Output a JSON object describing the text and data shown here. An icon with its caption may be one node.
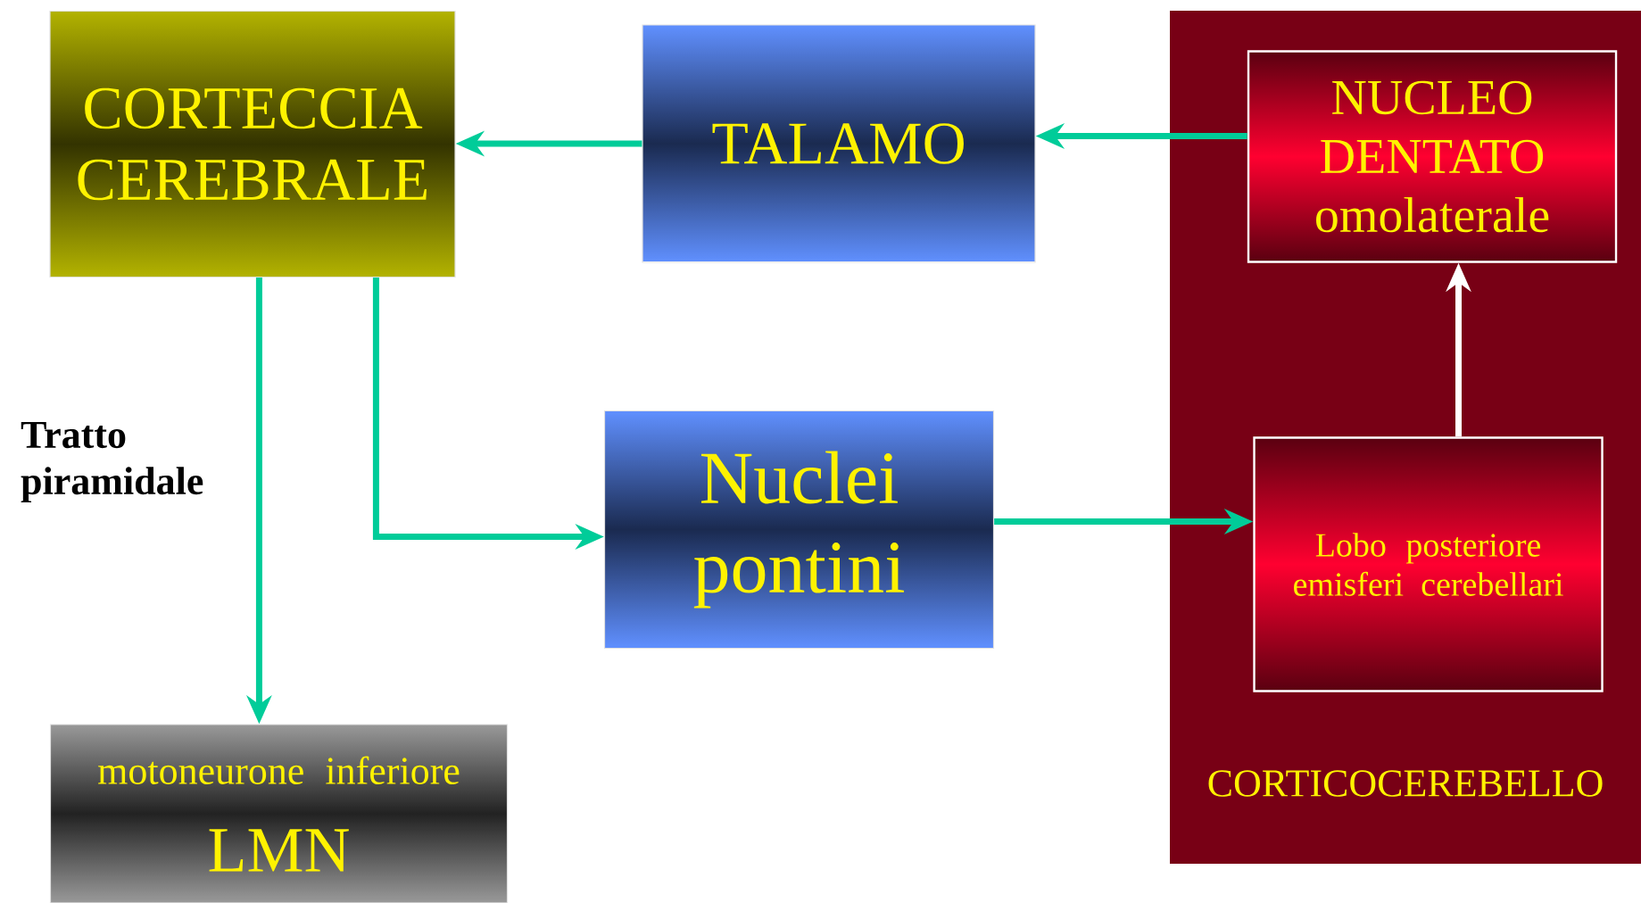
{
  "diagram": {
    "nodes": [
      {
        "text": [
          "CORTECCIA CEREBRALE"
        ]
      },
      {
        "text": [
          "TALAMO"
        ]
      },
      {
        "text": [
          "CORTICOCEREBELLO"
        ]
      },
      {
        "text": [
          "NUCLEO DENTATO omolaterale"
        ],
        "in": 2
      },
      {
        "text": [
          "Nuclei pontini"
        ]
      },
      {
        "text": [
          "Lobo posteriore emisferi cerebellari"
        ],
        "in": 2
      },
      {
        "text": [
          "motoneurone inferiore",
          "LMN"
        ]
      }
    ],
    "edges": [
      {
        "from": 1,
        "to": 0,
        "arrow": "to"
      },
      {
        "from": 3,
        "to": 1,
        "arrow": "to"
      },
      {
        "from": 0,
        "to": 4,
        "arrow": "to"
      },
      {
        "from": 0,
        "to": 6,
        "arrow": "to",
        "label": "Tratto piramidale"
      },
      {
        "from": 4,
        "to": 5,
        "arrow": "to"
      },
      {
        "from": 5,
        "to": 3,
        "arrow": "to",
        "color": "#ffffff"
      }
    ]
  }
}
